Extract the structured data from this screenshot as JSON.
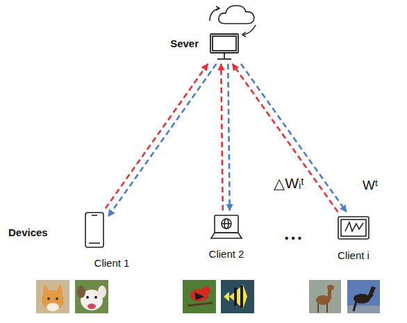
{
  "diagram": {
    "nodes": [
      {
        "text": [
          "Sever"
        ]
      },
      {
        "text": [
          "Client 1"
        ]
      },
      {
        "text": [
          "Client 2"
        ]
      },
      {
        "text": [
          "Client i"
        ]
      }
    ],
    "edges": [
      {
        "from": 1,
        "to": 0,
        "arrow": "to"
      },
      {
        "from": 0,
        "to": 1,
        "arrow": "to"
      },
      {
        "from": 2,
        "to": 0,
        "arrow": "to"
      },
      {
        "from": 0,
        "to": 2,
        "arrow": "to"
      },
      {
        "from": 3,
        "to": 0,
        "arrow": "to"
      },
      {
        "from": 0,
        "to": 3,
        "arrow": "to"
      }
    ],
    "labels": [
      "Devices",
      "△Wᵢᵗ",
      "Wᵗ",
      "• • •"
    ]
  }
}
